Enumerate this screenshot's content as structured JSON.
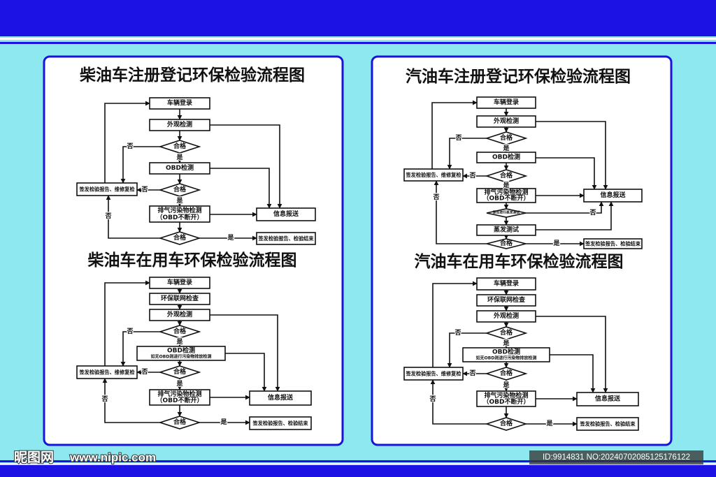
{
  "colors": {
    "banner_blue": "#1c12e4",
    "background_cyan": "#8de8f0",
    "panel_border": "#1a14d6",
    "line": "#111111"
  },
  "flowcharts": {
    "diesel_register": {
      "title": "柴油车注册登记环保检验流程图",
      "login": "车辆登录",
      "appearance": "外观检测",
      "obd": "OBD检测",
      "emission": [
        "排气污染物检测",
        "（OBD不断开）"
      ],
      "pass": "合格",
      "repair_report": "签发检验报告、维修复检",
      "info_report": "信息报送",
      "final_report": "签发检验报告、检验结束",
      "yes": "是",
      "no": "否"
    },
    "diesel_inuse": {
      "title": "柴油车在用车环保检验流程图",
      "login": "车辆登录",
      "network_check": "环保联网检查",
      "appearance": "外观检测",
      "obd": [
        "OBD检测",
        "如无OBD则进行污染物排放检测"
      ],
      "emission": [
        "排气污染物检测",
        "（OBD不断开）"
      ],
      "pass": "合格",
      "repair_report": "签发检验报告、维修复检",
      "info_report": "信息报送",
      "final_report": "签发检验报告、检验结束",
      "yes": "是",
      "no": "否"
    },
    "gasoline_register": {
      "title": "汽油车注册登记环保检验流程图",
      "login": "车辆登录",
      "appearance": "外观检测",
      "obd": "OBD检测",
      "emission": [
        "排气污染物检测",
        "（OBD不断开）"
      ],
      "evap_question": "是否进行蒸发测试",
      "evap_test": "蒸发测试",
      "pass": "合格",
      "repair_report": "签发检验报告、维修复检",
      "info_report": "信息报送",
      "final_report": "签发检验报告、检验结束",
      "yes": "是",
      "no": "否"
    },
    "gasoline_inuse": {
      "title": "汽油车在用车环保检验流程图",
      "login": "车辆登录",
      "network_check": "环保联网检查",
      "appearance": "外观检测",
      "obd": [
        "OBD检测",
        "如无OBD则进行污染物排放检测"
      ],
      "emission": [
        "排气污染物检测",
        "（OBD不断开）"
      ],
      "pass": "合格",
      "repair_report": "签发检验报告、维修复检",
      "info_report": "信息报送",
      "final_report": "签发检验报告、检验结束",
      "yes": "是",
      "no": "否"
    }
  },
  "watermark": {
    "logo": "昵图网",
    "url": "www.nipic.com",
    "id": "ID:9914831 NO:20240702085125176122"
  }
}
